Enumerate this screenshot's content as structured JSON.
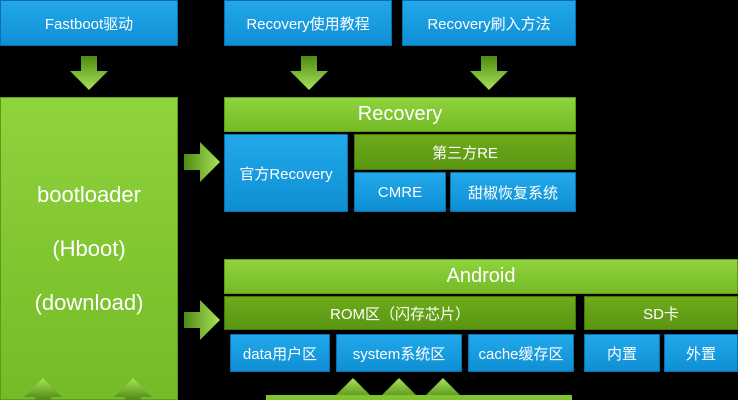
{
  "top": {
    "fastboot": "Fastboot驱动",
    "recovery_tutorial": "Recovery使用教程",
    "recovery_flash": "Recovery刷入方法"
  },
  "bootloader": {
    "line1": "bootloader",
    "line2": "(Hboot)",
    "line3": "(download)"
  },
  "recovery": {
    "title": "Recovery",
    "official": "官方Recovery",
    "third_party": "第三方RE",
    "cmre": "CMRE",
    "tianjiao": "甜椒恢复系统"
  },
  "android": {
    "title": "Android",
    "rom": "ROM区（闪存芯片）",
    "sd": "SD卡",
    "data": "data用户区",
    "system": "system系统区",
    "cache": "cache缓存区",
    "internal": "内置",
    "external": "外置"
  },
  "colors": {
    "blue": "#1a9ee2",
    "green": "#80c530",
    "dark_green": "#63a117",
    "arrow": "#8ed43a"
  }
}
